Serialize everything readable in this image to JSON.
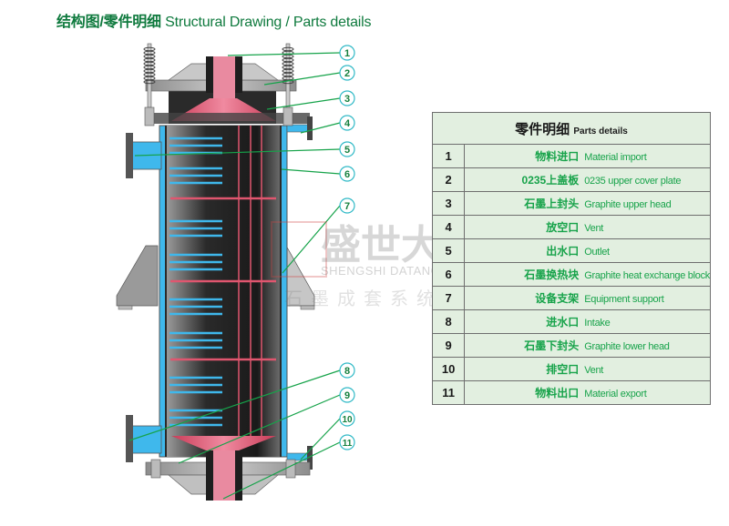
{
  "header": {
    "title_cn": "结构图/零件明细",
    "title_en": "Structural Drawing / Parts details"
  },
  "watermark": {
    "brand_cn": "盛世大唐",
    "brand_en": "SHENGSHI DATANG",
    "subtitle_cn": "石墨成套系统",
    "registered": "®"
  },
  "diagram": {
    "callouts": [
      "1",
      "2",
      "3",
      "4",
      "5",
      "6",
      "7",
      "8",
      "9",
      "10",
      "11"
    ],
    "colors": {
      "graphite": "#1e1e1e",
      "water": "#3fb8ec",
      "material_channel": "#e98aa0",
      "head": "#e0566f",
      "steel": "#a8a8a8",
      "leader_line": "#16a34a",
      "callout_circle": "#2fb9c6"
    }
  },
  "table": {
    "header_cn": "零件明细",
    "header_en": "Parts details",
    "rows": [
      {
        "num": "1",
        "cn": "物料进口",
        "en": "Material import"
      },
      {
        "num": "2",
        "cn": "0235上盖板",
        "en": "0235 upper cover plate"
      },
      {
        "num": "3",
        "cn": "石墨上封头",
        "en": "Graphite upper head"
      },
      {
        "num": "4",
        "cn": "放空口",
        "en": "Vent"
      },
      {
        "num": "5",
        "cn": "出水口",
        "en": "Outlet"
      },
      {
        "num": "6",
        "cn": "石墨换热块",
        "en": "Graphite heat exchange block"
      },
      {
        "num": "7",
        "cn": "设备支架",
        "en": "Equipment support"
      },
      {
        "num": "8",
        "cn": "进水口",
        "en": "Intake"
      },
      {
        "num": "9",
        "cn": "石墨下封头",
        "en": "Graphite lower head"
      },
      {
        "num": "10",
        "cn": "排空口",
        "en": "Vent"
      },
      {
        "num": "11",
        "cn": "物料出口",
        "en": "Material export"
      }
    ]
  }
}
